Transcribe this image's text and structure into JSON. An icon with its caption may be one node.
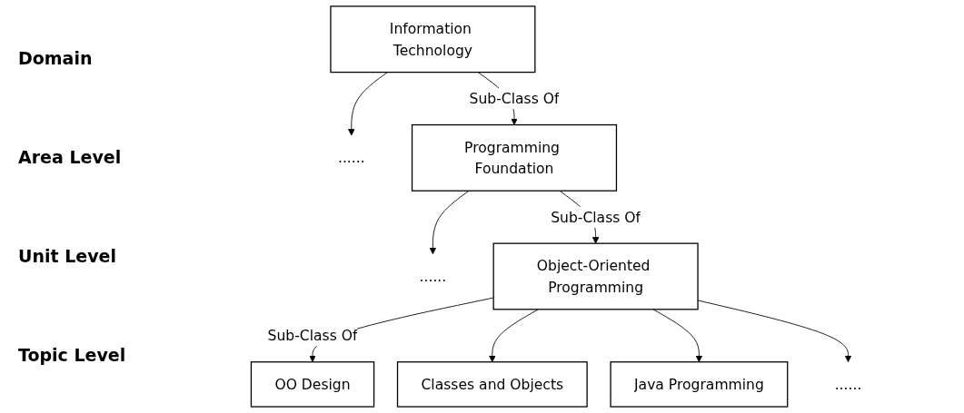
{
  "diagram": {
    "nodes": [
      {
        "text": [
          "Information Technology"
        ]
      },
      {
        "text": [
          "......"
        ]
      },
      {
        "text": [
          "Programming Foundation"
        ]
      },
      {
        "text": [
          "......"
        ]
      },
      {
        "text": [
          "Object-Oriented Programming"
        ]
      },
      {
        "text": [
          "OO Design"
        ]
      },
      {
        "text": [
          "Classes and Objects"
        ]
      },
      {
        "text": [
          "Java Programming"
        ]
      },
      {
        "text": [
          "......"
        ]
      }
    ],
    "edges": [
      {
        "from": 0,
        "to": 2,
        "arrow": "to",
        "label": "Sub-Class Of"
      },
      {
        "from": 0,
        "to": 1,
        "arrow": "to"
      },
      {
        "from": 2,
        "to": 4,
        "arrow": "to",
        "label": "Sub-Class Of"
      },
      {
        "from": 2,
        "to": 3,
        "arrow": "to"
      },
      {
        "from": 4,
        "to": 5,
        "arrow": "to",
        "label": "Sub-Class Of"
      },
      {
        "from": 4,
        "to": 6,
        "arrow": "to"
      },
      {
        "from": 4,
        "to": 7,
        "arrow": "to"
      },
      {
        "from": 4,
        "to": 8,
        "arrow": "to"
      }
    ],
    "labels": [
      "Domain",
      "Area Level",
      "Unit Level",
      "Topic Level"
    ]
  }
}
